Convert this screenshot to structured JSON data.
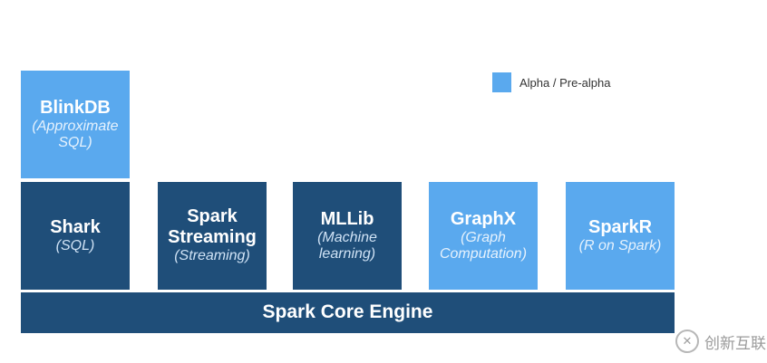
{
  "legend": {
    "label": "Alpha / Pre-alpha",
    "swatch_color": "#5aa9ee"
  },
  "components": {
    "blinkdb": {
      "title": "BlinkDB",
      "sub1": "(Approximate",
      "sub2": "SQL)"
    },
    "shark": {
      "title": "Shark",
      "sub": "(SQL)"
    },
    "spark_streaming": {
      "title1": "Spark",
      "title2": "Streaming",
      "sub": "(Streaming)"
    },
    "mllib": {
      "title": "MLLib",
      "sub1": "(Machine",
      "sub2": "learning)"
    },
    "graphx": {
      "title": "GraphX",
      "sub1": "(Graph",
      "sub2": "Computation)"
    },
    "sparkr": {
      "title": "SparkR",
      "sub": "(R on Spark)"
    }
  },
  "core": {
    "label": "Spark Core Engine"
  },
  "colors": {
    "dark": "#1f4e79",
    "light": "#5aa9ee"
  },
  "watermark": {
    "logo_glyph": "✕",
    "text": "创新互联"
  }
}
